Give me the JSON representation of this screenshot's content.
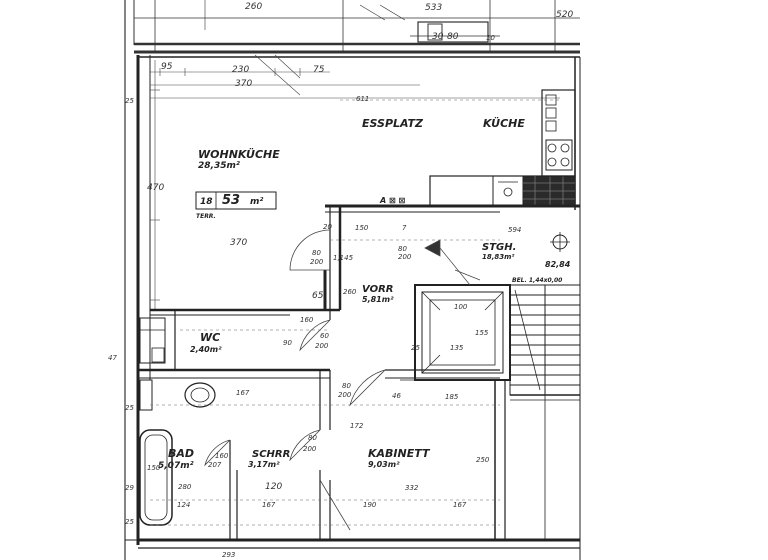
{
  "rooms": {
    "wohnkueche": {
      "name": "WOHNKÜCHE",
      "area": "28,35m²"
    },
    "essplatz": {
      "name": "ESSPLATZ"
    },
    "kueche": {
      "name": "KÜCHE"
    },
    "vorr": {
      "name": "VORR",
      "area": "5,81m²"
    },
    "stgh": {
      "name": "STGH.",
      "area": "18,83m²"
    },
    "wc": {
      "name": "WC",
      "area": "2,40m²"
    },
    "bad": {
      "name": "BAD",
      "area": "5,07m²"
    },
    "schrr": {
      "name": "SCHRR",
      "area": "3,17m²"
    },
    "kabinett": {
      "name": "KABINETT",
      "area": "9,03m²"
    }
  },
  "terrace": {
    "count": "18",
    "area": "53",
    "unit": "m²",
    "caption": "TERR."
  },
  "kitchen_counter": {
    "label": "A ⊠ ⊠"
  },
  "stair_note": {
    "text": "BEL. 1,44x0,00"
  },
  "level": {
    "value": "82,84"
  },
  "dims": {
    "d260": "260",
    "d533": "533",
    "d520": "520",
    "d30": "30",
    "d80": "80",
    "d10": "10",
    "d95": "95",
    "d230": "230",
    "d75": "75",
    "d370top": "370",
    "d25a": "25",
    "d611": "611",
    "d470": "470",
    "d370mid": "370",
    "d20": "20",
    "d80b": "80",
    "d200a": "200",
    "d1145": "1,145",
    "d65": "65",
    "d260v": "260",
    "d150": "150",
    "d7": "7",
    "d80c": "80",
    "d200b": "200",
    "d594": "594",
    "d100": "100",
    "d155": "155",
    "d135": "135",
    "d25b": "25",
    "d160": "160",
    "d60": "60",
    "d200c": "200",
    "d90": "90",
    "d80d": "80",
    "d200d": "200",
    "d172": "172",
    "d185": "185",
    "d250": "250",
    "d80e": "80",
    "d200e": "200",
    "d120": "120",
    "d332": "332",
    "d167a": "167",
    "d124": "124",
    "d167b": "167",
    "d190": "190",
    "d167c": "167",
    "d280": "280",
    "d160b": "160",
    "d207": "207",
    "d46": "46",
    "d47": "47",
    "d29": "29",
    "d25c": "25",
    "d150b": "150",
    "d293": "293",
    "d25d": "25"
  }
}
